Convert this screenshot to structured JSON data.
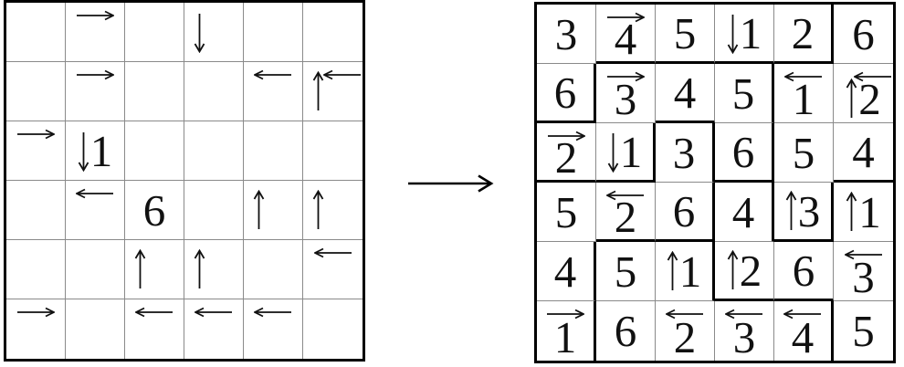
{
  "figure": {
    "kind": "arrow-latin-square puzzle and its solution",
    "separator_arrow": {
      "glyph": "⟶",
      "direction": "right"
    }
  },
  "colors": {
    "background": "#ffffff",
    "thin_line": "#8a8a8a",
    "bold_line": "#000000",
    "ink": "#111111"
  },
  "puzzle_grid": {
    "rows": 6,
    "cols": 6,
    "regions": null,
    "cells": [
      [
        {},
        {
          "over": "right"
        },
        {},
        {
          "side": "down"
        },
        {},
        {}
      ],
      [
        {},
        {
          "over": "right"
        },
        {},
        {},
        {
          "over": "left"
        },
        {
          "side": "up",
          "over": "left"
        }
      ],
      [
        {
          "over": "right"
        },
        {
          "num": "1",
          "side": "down"
        },
        {},
        {},
        {},
        {}
      ],
      [
        {},
        {
          "over": "left"
        },
        {
          "num": "6"
        },
        {},
        {
          "side": "up"
        },
        {
          "side": "up"
        }
      ],
      [
        {},
        {},
        {
          "side": "up"
        },
        {
          "side": "up"
        },
        {},
        {
          "over": "left"
        }
      ],
      [
        {
          "over": "right"
        },
        {},
        {
          "over": "left"
        },
        {
          "over": "left"
        },
        {
          "over": "left"
        },
        {}
      ]
    ]
  },
  "solution_grid": {
    "rows": 6,
    "cols": 6,
    "regions": [
      "AAAAAB",
      "ACCCBB",
      "CCDCBB",
      "DDDEBE",
      "DFFEEE",
      "DFFFFE"
    ],
    "cells": [
      [
        {
          "num": "3"
        },
        {
          "num": "4",
          "over": "right"
        },
        {
          "num": "5"
        },
        {
          "num": "1",
          "side": "down"
        },
        {
          "num": "2"
        },
        {
          "num": "6"
        }
      ],
      [
        {
          "num": "6"
        },
        {
          "num": "3",
          "over": "right"
        },
        {
          "num": "4"
        },
        {
          "num": "5"
        },
        {
          "num": "1",
          "over": "left"
        },
        {
          "num": "2",
          "side": "up",
          "over": "left"
        }
      ],
      [
        {
          "num": "2",
          "over": "right"
        },
        {
          "num": "1",
          "side": "down"
        },
        {
          "num": "3"
        },
        {
          "num": "6"
        },
        {
          "num": "5"
        },
        {
          "num": "4"
        }
      ],
      [
        {
          "num": "5"
        },
        {
          "num": "2",
          "over": "left"
        },
        {
          "num": "6"
        },
        {
          "num": "4"
        },
        {
          "num": "3",
          "side": "up"
        },
        {
          "num": "1",
          "side": "up"
        }
      ],
      [
        {
          "num": "4"
        },
        {
          "num": "5"
        },
        {
          "num": "1",
          "side": "up"
        },
        {
          "num": "2",
          "side": "up"
        },
        {
          "num": "6"
        },
        {
          "num": "3",
          "over": "left"
        }
      ],
      [
        {
          "num": "1",
          "over": "right"
        },
        {
          "num": "6"
        },
        {
          "num": "2",
          "over": "left"
        },
        {
          "num": "3",
          "over": "left"
        },
        {
          "num": "4",
          "over": "left"
        },
        {
          "num": "5"
        }
      ]
    ]
  }
}
